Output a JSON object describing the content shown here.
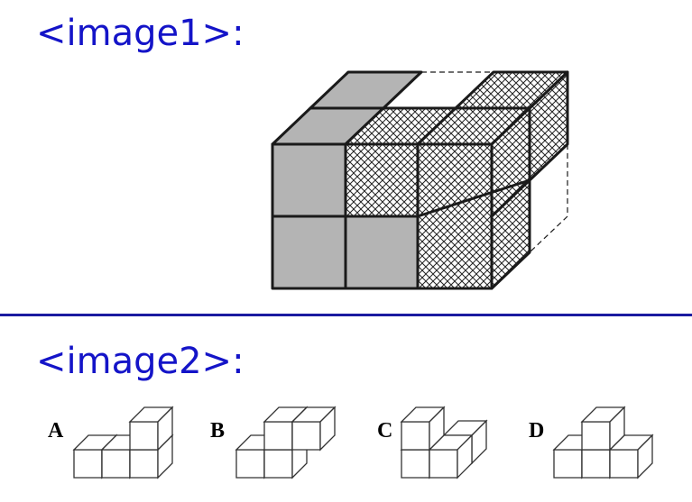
{
  "headers": {
    "image1": "<image1>:",
    "image2": "<image2>:"
  },
  "options": [
    {
      "label": "A"
    },
    {
      "label": "B"
    },
    {
      "label": "C"
    },
    {
      "label": "D"
    }
  ],
  "colors": {
    "header": "#1414c8",
    "rule": "#1a1aa0",
    "gray_face": "#b4b4b4"
  }
}
